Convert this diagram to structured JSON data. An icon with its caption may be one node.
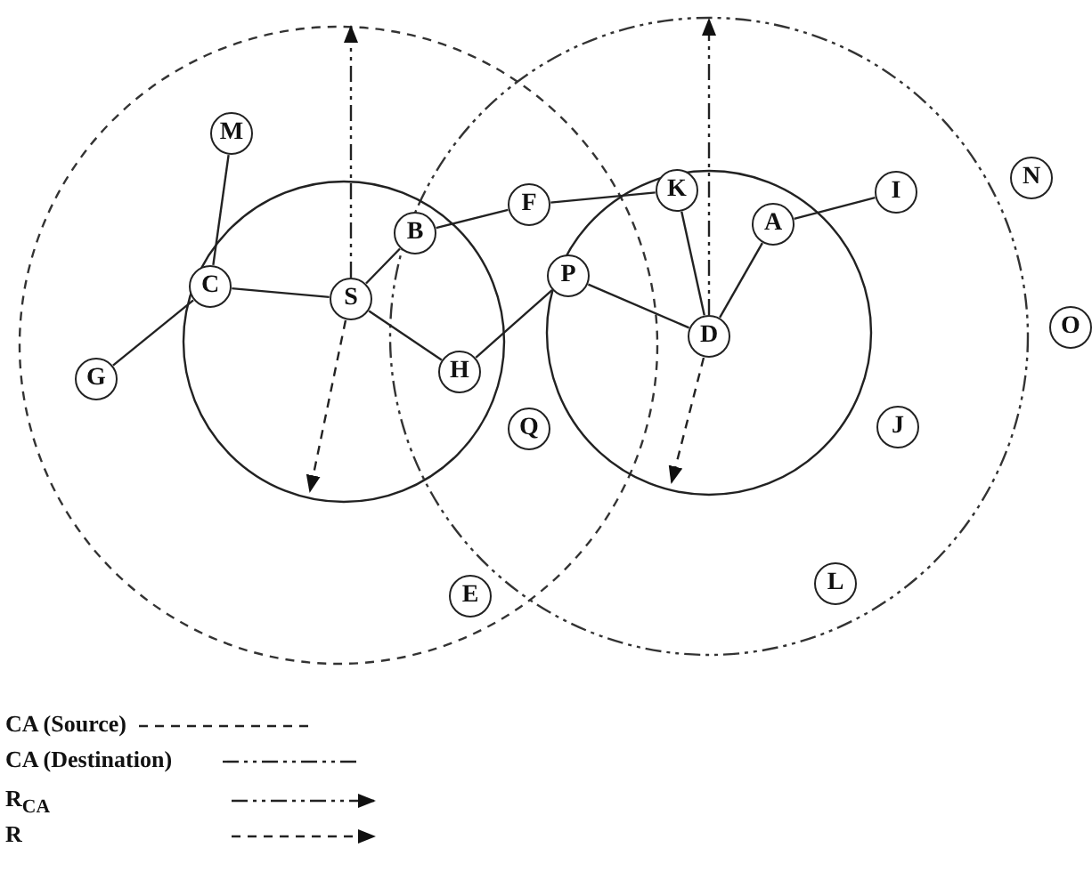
{
  "diagram": {
    "nodes": [
      {
        "text": [
          "M"
        ]
      },
      {
        "text": [
          "N"
        ]
      },
      {
        "text": [
          "F"
        ]
      },
      {
        "text": [
          "K"
        ]
      },
      {
        "text": [
          "I"
        ]
      },
      {
        "text": [
          "B"
        ]
      },
      {
        "text": [
          "A"
        ]
      },
      {
        "text": [
          "P"
        ]
      },
      {
        "text": [
          "C"
        ]
      },
      {
        "text": [
          "S"
        ]
      },
      {
        "text": [
          "D"
        ]
      },
      {
        "text": [
          "O"
        ]
      },
      {
        "text": [
          "H"
        ]
      },
      {
        "text": [
          "G"
        ]
      },
      {
        "text": [
          "Q"
        ]
      },
      {
        "text": [
          "J"
        ]
      },
      {
        "text": [
          "L"
        ]
      },
      {
        "text": [
          "E"
        ]
      }
    ],
    "edges": [
      {
        "from": 0,
        "to": 8,
        "arrow": "none"
      },
      {
        "from": 8,
        "to": 13,
        "arrow": "none"
      },
      {
        "from": 8,
        "to": 9,
        "arrow": "none"
      },
      {
        "from": 9,
        "to": 5,
        "arrow": "none"
      },
      {
        "from": 9,
        "to": 12,
        "arrow": "none"
      },
      {
        "from": 5,
        "to": 2,
        "arrow": "none"
      },
      {
        "from": 2,
        "to": 3,
        "arrow": "none"
      },
      {
        "from": 12,
        "to": 7,
        "arrow": "none"
      },
      {
        "from": 7,
        "to": 10,
        "arrow": "none"
      },
      {
        "from": 3,
        "to": 10,
        "arrow": "none"
      },
      {
        "from": 6,
        "to": 10,
        "arrow": "none"
      },
      {
        "from": 6,
        "to": 4,
        "arrow": "none"
      }
    ],
    "legend": [
      {
        "text": "CA (Source)"
      },
      {
        "text": "CA (Destination)"
      },
      {
        "text": "R$_{CA}$"
      },
      {
        "text": "R"
      }
    ]
  }
}
